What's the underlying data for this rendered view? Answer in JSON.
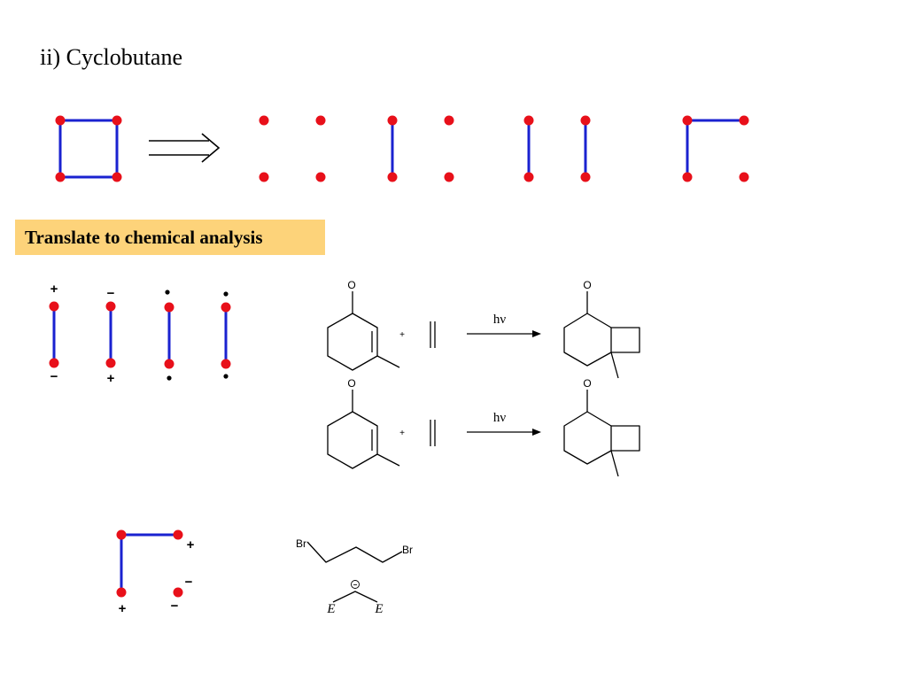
{
  "title": "ii) Cyclobutane",
  "banner": {
    "label": "Translate to chemical analysis",
    "color": "#fdd37a"
  },
  "colors": {
    "bond": "#1a22d0",
    "atom": "#e8101a"
  },
  "charges": {
    "plus": "+",
    "minus": "−"
  },
  "reactions": {
    "oxygen_label": "O",
    "plus_sign": "+",
    "light_label": "hν"
  },
  "reagents": {
    "bromine_label": "Br",
    "electrophile_label": "E",
    "anion_charge": "−"
  }
}
